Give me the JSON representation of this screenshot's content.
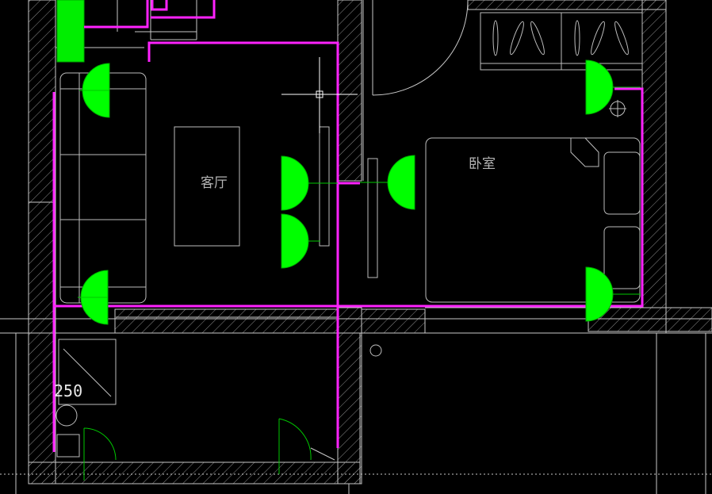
{
  "rooms": {
    "living_room": "客厅",
    "bedroom": "卧室"
  },
  "dimension": "250",
  "colors": {
    "background": "#000000",
    "wall": "#c8c8c8",
    "hatch": "#8c8c8c",
    "furniture": "#bdbdbd",
    "wire": "#ff22ff",
    "socket": "#00ff00",
    "socket_edge": "#00aa00",
    "crosshair": "#ffffff"
  }
}
